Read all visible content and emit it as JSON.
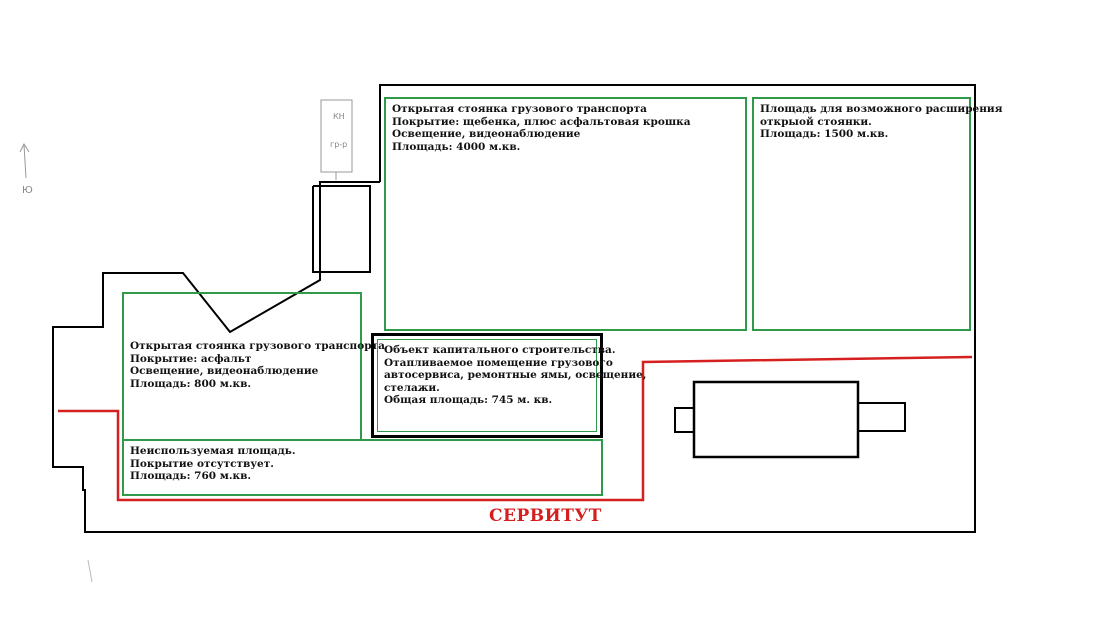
{
  "zones": {
    "parking_main": {
      "title": "Открытая стоянка грузового транспорта",
      "coating": "Покрытие: щебенка, плюс асфальтовая крошка",
      "light": "Освещение, видеонаблюдение",
      "area": "Площадь: 4000 м.кв."
    },
    "expansion": {
      "title": "Площадь для возможного расширения",
      "line2": "открыой стоянки.",
      "area": "Площадь: 1500 м.кв."
    },
    "parking_asphalt": {
      "title": "Открытая стоянка грузового транспорта",
      "coating": "Покрытие: асфальт",
      "light": "Освещение, видеонаблюдение",
      "area": "Площадь: 800 м.кв."
    },
    "building": {
      "title": "Объект капитального строительства.",
      "line2": "Отапливаемое помещение грузового",
      "line3": "автосервиса, ремонтные ямы, освещение,",
      "line4": "стелажи.",
      "area": "Общая площадь: 745 м. кв."
    },
    "unused": {
      "title": "Неиспользуемая площадь.",
      "coating": "Покрытие отсутствует.",
      "area": "Площадь: 760 м.кв."
    }
  },
  "servitut_label": "СЕРВИТУТ",
  "signs": {
    "kn": "КН",
    "grp": "гр-р",
    "south": "Ю"
  },
  "colors": {
    "zone_border": "#2e9a4a",
    "boundary": "#000000",
    "servitut": "#d62020"
  }
}
